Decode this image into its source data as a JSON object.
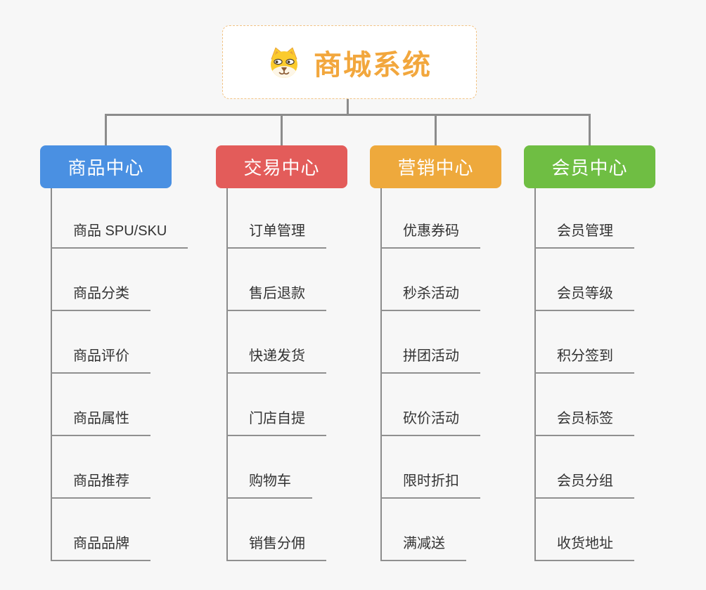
{
  "app": {
    "background_color": "#f7f7f7",
    "connector_color": "#8c8c8c"
  },
  "root": {
    "title": "商城系统",
    "icon": "dog-face-icon",
    "text_color": "#f2a73d",
    "border_color": "#f2c384"
  },
  "branches": [
    {
      "label": "商品中心",
      "color": "#4a90e2",
      "items": [
        "商品 SPU/SKU",
        "商品分类",
        "商品评价",
        "商品属性",
        "商品推荐",
        "商品品牌"
      ]
    },
    {
      "label": "交易中心",
      "color": "#e35c5a",
      "items": [
        "订单管理",
        "售后退款",
        "快递发货",
        "门店自提",
        "购物车",
        "销售分佣"
      ]
    },
    {
      "label": "营销中心",
      "color": "#eea93c",
      "items": [
        "优惠券码",
        "秒杀活动",
        "拼团活动",
        "砍价活动",
        "限时折扣",
        "满减送"
      ]
    },
    {
      "label": "会员中心",
      "color": "#6fbe43",
      "items": [
        "会员管理",
        "会员等级",
        "积分签到",
        "会员标签",
        "会员分组",
        "收货地址"
      ]
    }
  ]
}
